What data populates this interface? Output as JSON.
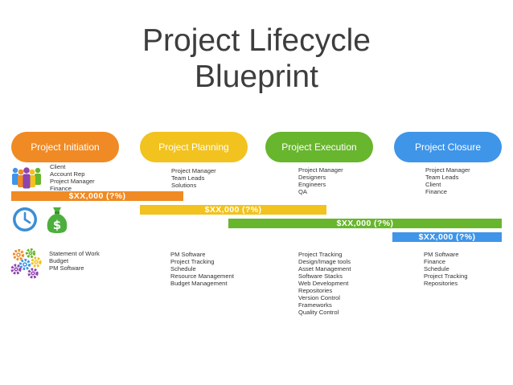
{
  "title": [
    "Project Lifecycle",
    "Blueprint"
  ],
  "phases": [
    {
      "label": "Project Initiation",
      "color": "#f08a24"
    },
    {
      "label": "Project Planning",
      "color": "#f2c21e"
    },
    {
      "label": "Project Execution",
      "color": "#68b52e"
    },
    {
      "label": "Project Closure",
      "color": "#3f95e8"
    }
  ],
  "people": [
    [
      "Client",
      "Account Rep",
      "Project Manager",
      "Finance"
    ],
    [
      "Project Manager",
      "Team Leads",
      "Solutions"
    ],
    [
      "Project Manager",
      "Designers",
      "Engineers",
      "QA"
    ],
    [
      "Project Manager",
      "Team Leads",
      "Client",
      "Finance"
    ]
  ],
  "budgets": [
    "$XX,000 (?%)",
    "$XX,000 (?%)",
    "$XX,000 (?%)",
    "$XX,000 (?%)"
  ],
  "tools": [
    [
      "Statement of Work",
      "Budget",
      "PM Software"
    ],
    [
      "PM Software",
      "Project Tracking",
      "Schedule",
      "Resource Management",
      "Budget Management"
    ],
    [
      "Project Tracking",
      "Design/Image tools",
      "Asset Management",
      "Software Stacks",
      "Web Development",
      "Repositories",
      "Version Control",
      "Frameworks",
      "Quality Control"
    ],
    [
      "PM Software",
      "Finance",
      "Schedule",
      "Project Tracking",
      "Repositories"
    ]
  ],
  "icons": {
    "people": "people-group-icon",
    "clock": "clock-icon",
    "money": "money-bag-icon",
    "gears": "gears-icon"
  }
}
